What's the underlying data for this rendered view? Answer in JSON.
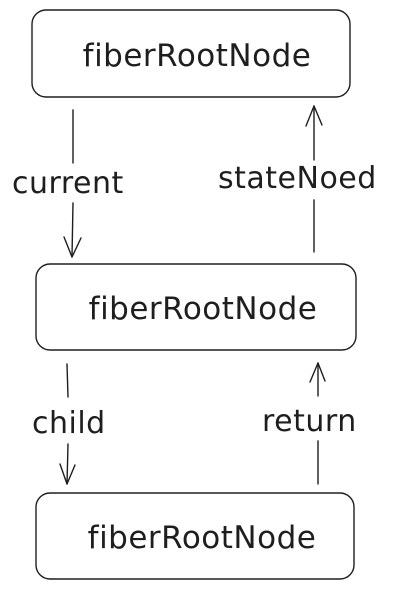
{
  "nodes": [
    {
      "id": "root-top",
      "label": "fiberRootNode"
    },
    {
      "id": "root-middle",
      "label": "fiberRootNode"
    },
    {
      "id": "root-bottom",
      "label": "fiberRootNode"
    }
  ],
  "edges": [
    {
      "from": "root-top",
      "to": "root-middle",
      "label": "current"
    },
    {
      "from": "root-middle",
      "to": "root-top",
      "label": "stateNoed"
    },
    {
      "from": "root-middle",
      "to": "root-bottom",
      "label": "child"
    },
    {
      "from": "root-bottom",
      "to": "root-middle",
      "label": "return"
    }
  ],
  "colors": {
    "stroke": "#1e1e1e",
    "background": "#ffffff"
  }
}
